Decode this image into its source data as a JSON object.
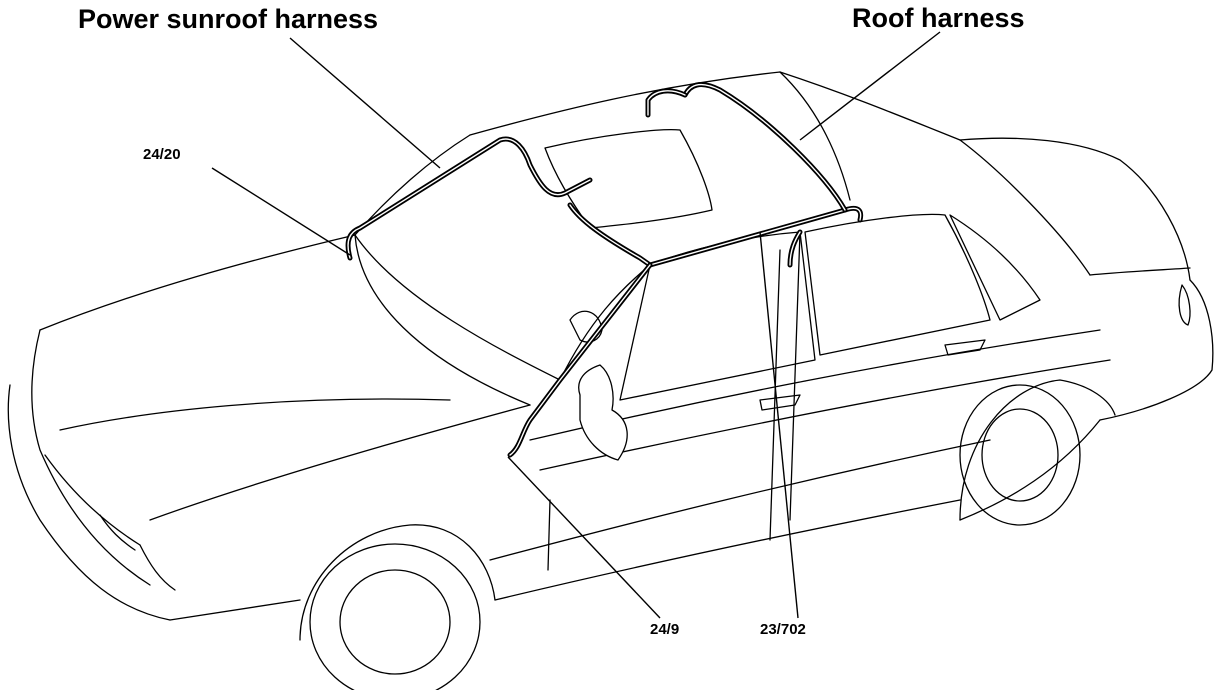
{
  "labels": {
    "power_sunroof_harness": "Power sunroof harness",
    "roof_harness": "Roof harness",
    "connector_24_20": "24/20",
    "connector_24_9": "24/9",
    "connector_23_702": "23/702"
  },
  "colors": {
    "line": "#000000",
    "background": "#ffffff"
  }
}
